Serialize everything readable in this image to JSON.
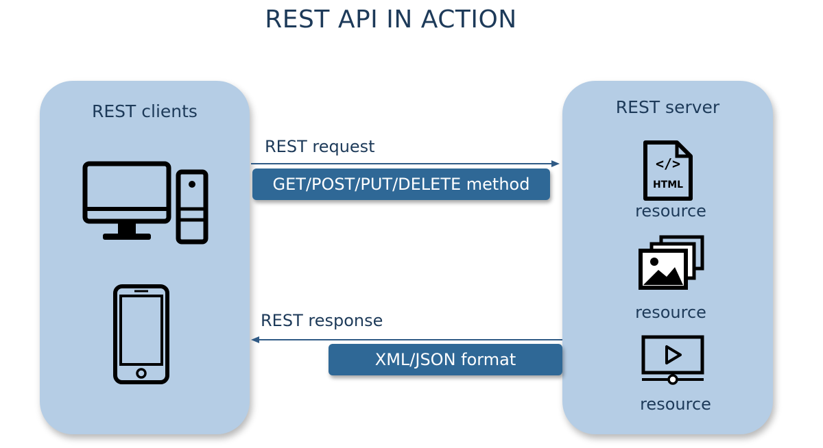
{
  "title": "REST API IN ACTION",
  "clients": {
    "title": "REST clients",
    "icons": [
      "desktop-computer-icon",
      "smartphone-icon"
    ]
  },
  "server": {
    "title": "REST server",
    "resources": [
      {
        "icon": "html-file-icon",
        "icon_text": "HTML",
        "label": "resource"
      },
      {
        "icon": "image-gallery-icon",
        "label": "resource"
      },
      {
        "icon": "video-player-icon",
        "label": "resource"
      }
    ]
  },
  "request": {
    "label": "REST request",
    "method": "GET/POST/PUT/DELETE method"
  },
  "response": {
    "label": "REST response",
    "format": "XML/JSON format"
  },
  "colors": {
    "panel": "#b5cde5",
    "pill": "#2f6896",
    "text": "#1d3a59",
    "arrow": "#2f5a85"
  }
}
